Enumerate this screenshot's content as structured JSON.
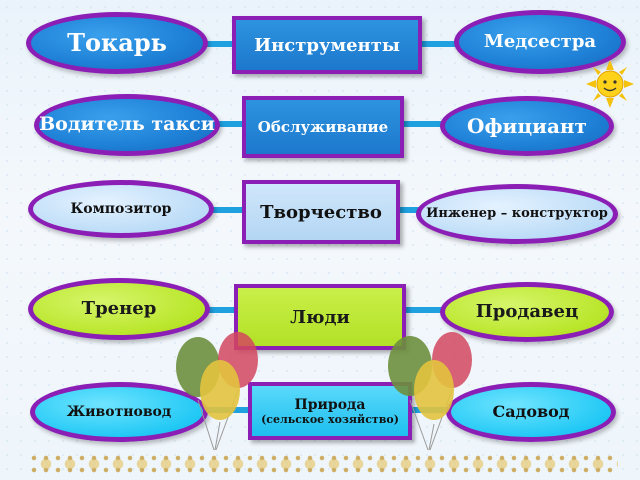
{
  "rows": [
    {
      "left": "Токарь",
      "center": "Инструменты",
      "right": "Медсестра"
    },
    {
      "left": "Водитель такси",
      "center": "Обслуживание",
      "right": "Официант"
    },
    {
      "left": "Композитор",
      "center": "Творчество",
      "right": "Инженер – конструктор"
    },
    {
      "left": "Тренер",
      "center": "Люди",
      "right": "Продавец"
    },
    {
      "left": "Животновод",
      "center": "Природа",
      "center_sub": "(сельское хозяйство)",
      "right": "Садовод"
    }
  ],
  "colors": {
    "outline": "#8b1fb5",
    "connector": "#1fa1e0",
    "row1": "#1e80d6",
    "row3": "#bcdcf7",
    "row4": "#b9e62a",
    "row5": "#22c9f5"
  }
}
